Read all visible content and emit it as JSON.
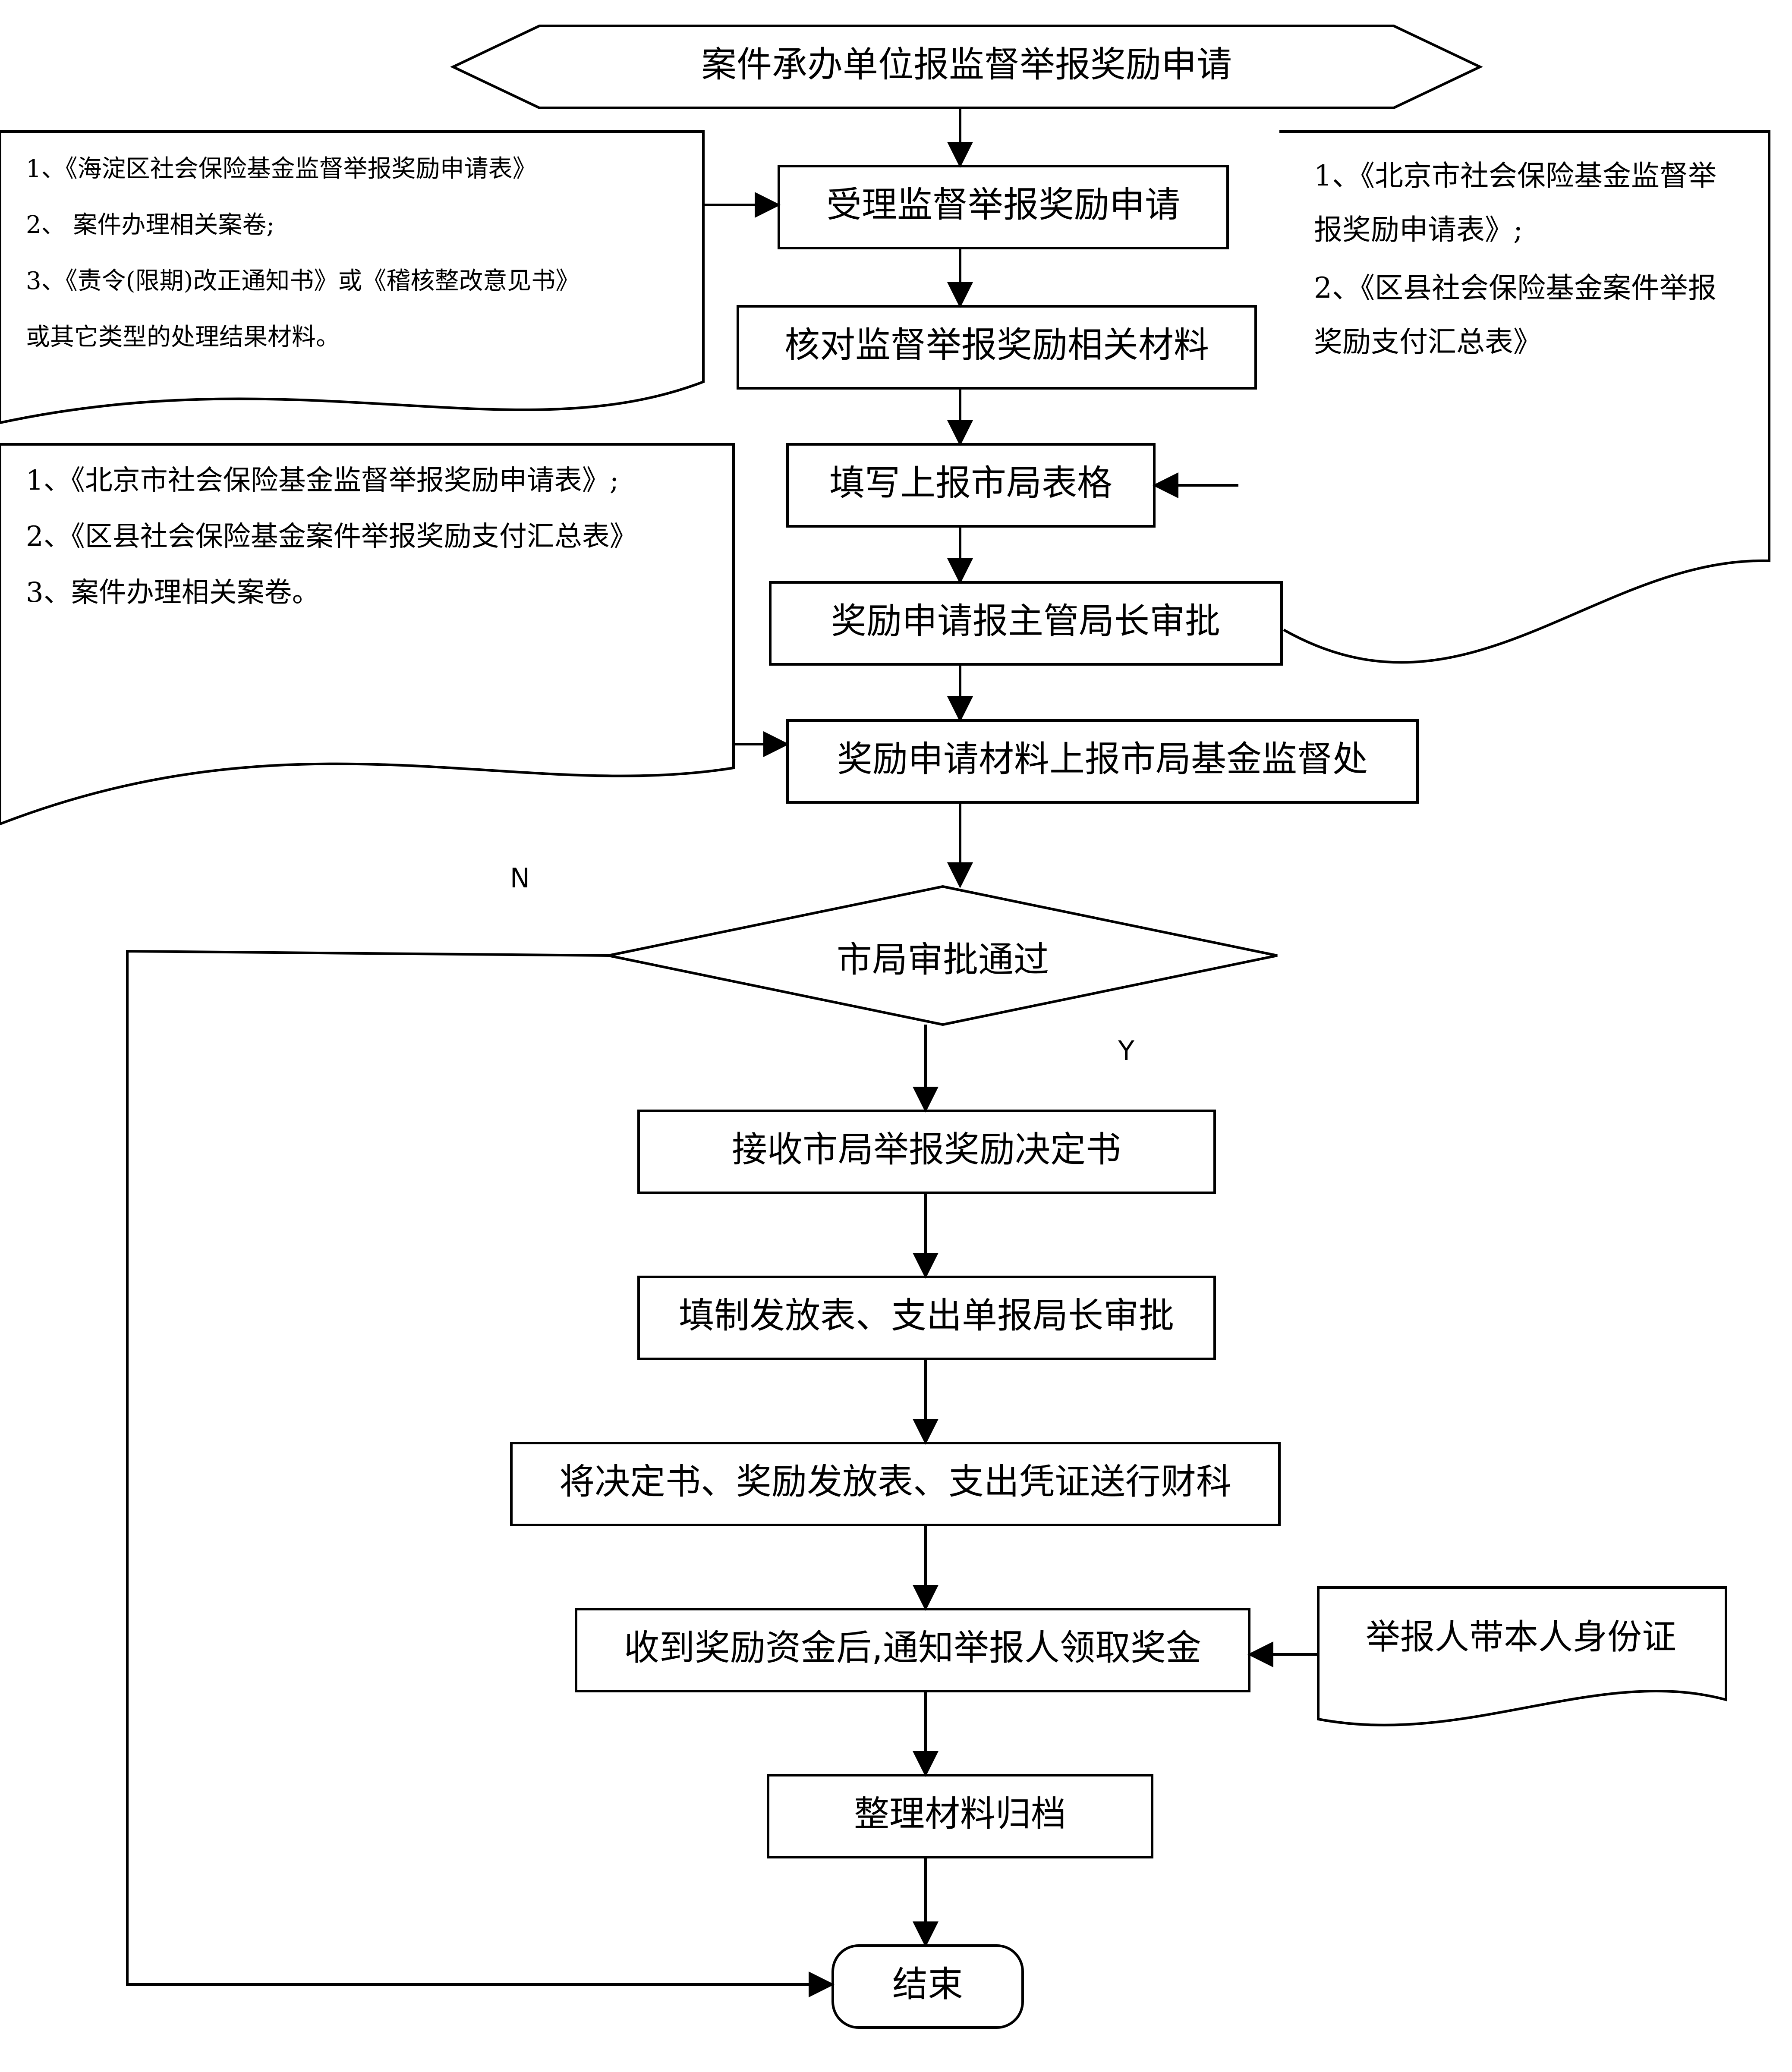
{
  "start": "案件承办单位报监督举报奖励申请",
  "steps": {
    "accept": "受理监督举报奖励申请",
    "verify": "核对监督举报奖励相关材料",
    "fill_forms": "填写上报市局表格",
    "director_approval": "奖励申请报主管局长审批",
    "submit_city": "奖励申请材料上报市局基金监督处",
    "receive_decision": "接收市局举报奖励决定书",
    "fill_payment": "填制发放表、支出单报局长审批",
    "send_finance": "将决定书、奖励发放表、支出凭证送行财科",
    "notify_reporter": "收到奖励资金后,通知举报人领取奖金",
    "archive": "整理材料归档"
  },
  "decision": "市局审批通过",
  "branch_no": "N",
  "branch_yes": "Y",
  "end": "结束",
  "doc_left_top": {
    "lines": [
      "1、《海淀区社会保险基金监督举报奖励申请表》",
      "2、     案件办理相关案卷;",
      "3、《责令(限期)改正通知书》或《稽核整改意见书》",
      "或其它类型的处理结果材料。"
    ]
  },
  "doc_left_mid": {
    "lines": [
      "1、《北京市社会保险基金监督举报奖励申请表》;",
      "2、《区县社会保险基金案件举报奖励支付汇总表》",
      "3、案件办理相关案卷。"
    ]
  },
  "doc_right": {
    "lines": [
      "1、《北京市社会保险基金监督举",
      "报奖励申请表》;",
      "2、《区县社会保险基金案件举报",
      "奖励支付汇总表》"
    ]
  },
  "doc_id": "举报人带本人身份证"
}
